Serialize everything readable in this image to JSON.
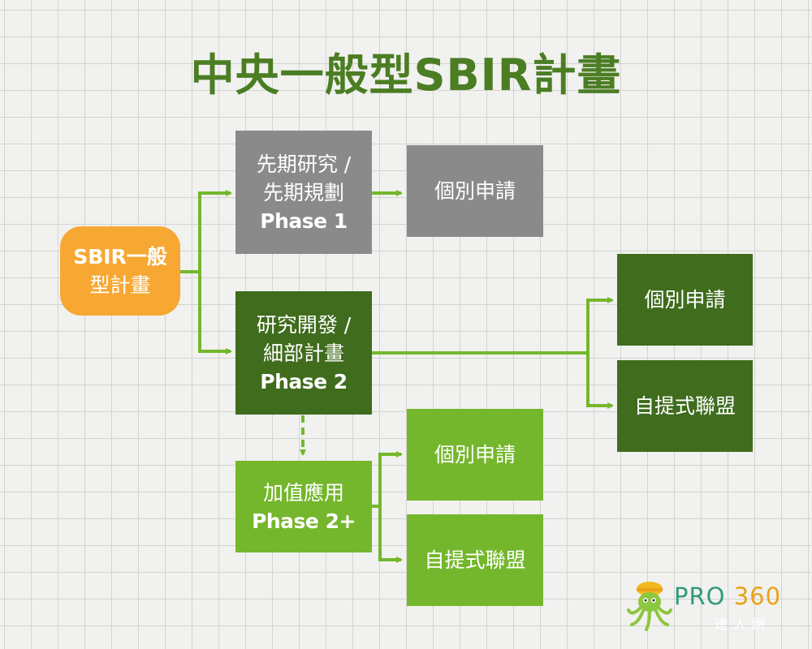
{
  "title": "中央一般型SBIR計畫",
  "root": {
    "line1": "SBIR一般",
    "line2": "型計畫"
  },
  "phase1": {
    "line1": "先期研究 /",
    "line2": "先期規劃",
    "phase": "Phase 1"
  },
  "phase1_out": {
    "label": "個別申請"
  },
  "phase2": {
    "line1": "研究開發 /",
    "line2": "細部計畫",
    "phase": "Phase 2"
  },
  "phase2_out": [
    {
      "label": "個別申請"
    },
    {
      "label": "自提式聯盟"
    }
  ],
  "phase2plus": {
    "line1": "加值應用",
    "phase": "Phase 2+"
  },
  "phase2plus_out": [
    {
      "label": "個別申請"
    },
    {
      "label": "自提式聯盟"
    }
  ],
  "logo": {
    "brand": "PRO",
    "number": "360",
    "subtitle": "達人網"
  },
  "colors": {
    "title": "#4b7d23",
    "gray": "#8a8a8a",
    "dark_green": "#3f6c1d",
    "light_green": "#74b72c",
    "orange": "#f7a833",
    "connector": "#74b72c"
  }
}
